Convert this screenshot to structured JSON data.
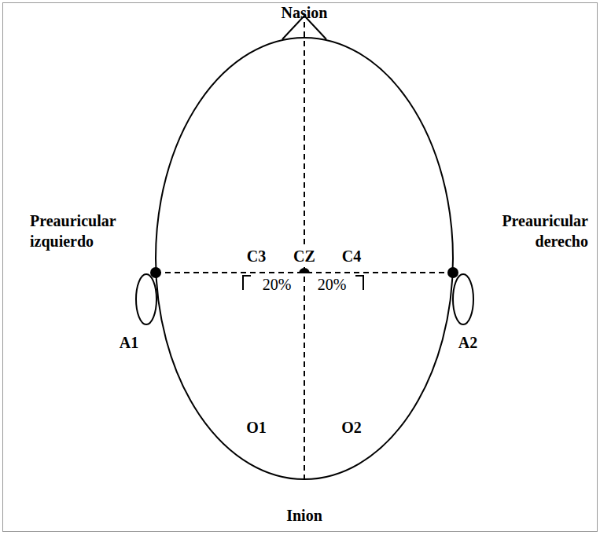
{
  "diagram": {
    "labels": [
      "Nasion",
      "Preauricular izquierdo",
      "Preauricular derecho",
      "C3",
      "CZ",
      "C4",
      "20%",
      "20%",
      "A1",
      "A2",
      "O1",
      "O2",
      "Inion"
    ]
  }
}
